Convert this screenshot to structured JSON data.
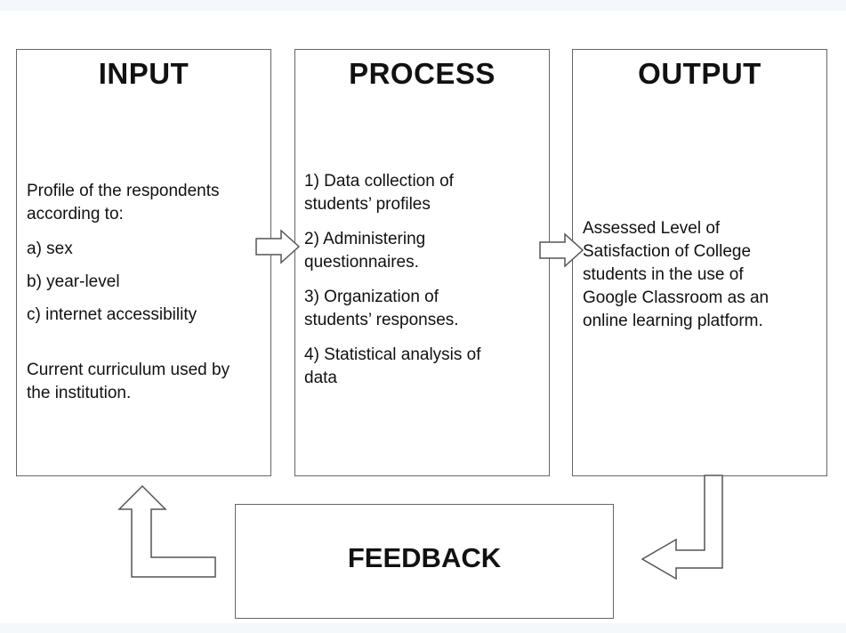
{
  "input": {
    "title": "INPUT",
    "profile_intro_1": "Profile of the respondents",
    "profile_intro_2": "according to:",
    "items": [
      "a) sex",
      "b) year-level",
      "c) internet accessibility"
    ],
    "curriculum_1": "Current curriculum used by",
    "curriculum_2": "the institution."
  },
  "process": {
    "title": "PROCESS",
    "steps": [
      [
        "1) Data collection of",
        "students’ profiles"
      ],
      [
        "2) Administering",
        "questionnaires."
      ],
      [
        "3) Organization of",
        "students’ responses."
      ],
      [
        "4) Statistical analysis of",
        "data"
      ]
    ]
  },
  "output": {
    "title": "OUTPUT",
    "lines": [
      "Assessed Level of",
      "Satisfaction of College",
      "students in the use of",
      "Google Classroom as an",
      "online learning platform."
    ]
  },
  "feedback": {
    "title": "FEEDBACK"
  }
}
